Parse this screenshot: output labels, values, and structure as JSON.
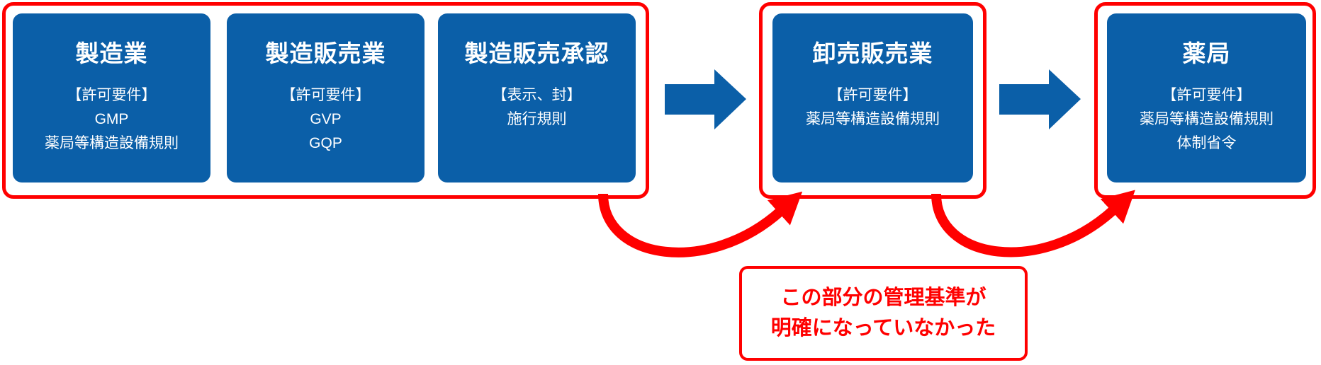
{
  "colors": {
    "box_blue": "#0B5FA8",
    "accent_red": "#FF0000",
    "text_on_blue": "#FFFFFF",
    "background": "#FFFFFF"
  },
  "flow": {
    "groups": [
      {
        "boxes": [
          {
            "title": "製造業",
            "lines": [
              "【許可要件】",
              "GMP",
              "薬局等構造設備規則"
            ]
          },
          {
            "title": "製造販売業",
            "lines": [
              "【許可要件】",
              "GVP",
              "GQP"
            ]
          },
          {
            "title": "製造販売承認",
            "lines": [
              "【表示、封】",
              "施行規則"
            ]
          }
        ]
      },
      {
        "boxes": [
          {
            "title": "卸売販売業",
            "lines": [
              "【許可要件】",
              "薬局等構造設備規則"
            ]
          }
        ]
      },
      {
        "boxes": [
          {
            "title": "薬局",
            "lines": [
              "【許可要件】",
              "薬局等構造設備規則",
              "体制省令"
            ]
          }
        ]
      }
    ]
  },
  "annotation": {
    "lines": [
      "この部分の管理基準が",
      "明確になっていなかった"
    ]
  },
  "icons": {
    "flow_arrow": "right-block-arrow",
    "curved_arrow": "curved-up-arrow"
  }
}
